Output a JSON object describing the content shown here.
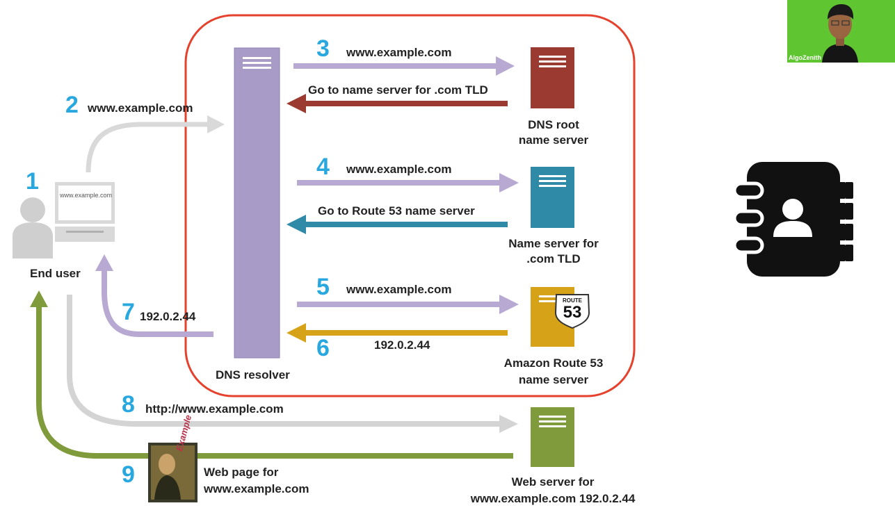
{
  "diagram": {
    "steps": {
      "s1": "1",
      "s2": "2",
      "s3": "3",
      "s4": "4",
      "s5": "5",
      "s6": "6",
      "s7": "7",
      "s8": "8",
      "s9": "9"
    },
    "end_user": {
      "label": "End user",
      "screen_text": "www.example.com"
    },
    "request_2": "www.example.com",
    "resolver_label": "DNS resolver",
    "root": {
      "query": "www.example.com",
      "response": "Go to name server for .com TLD",
      "label_line1": "DNS root",
      "label_line2": "name server"
    },
    "tld": {
      "query": "www.example.com",
      "response": "Go to Route 53 name server",
      "label_line1": "Name server for",
      "label_line2": ".com TLD"
    },
    "route53": {
      "query": "www.example.com",
      "response": "192.0.2.44",
      "badge_top": "ROUTE",
      "badge_num": "53",
      "label_line1": "Amazon Route 53",
      "label_line2": "name server"
    },
    "answer_7": "192.0.2.44",
    "http_8": "http://www.example.com",
    "webpage": {
      "line1": "Web page for",
      "line2": "www.example.com",
      "thumb_text": "Example"
    },
    "webserver": {
      "line1": "Web server for",
      "line2": "www.example.com 192.0.2.44"
    },
    "webcam_label": "AlgoZenith",
    "colors": {
      "highlight": "#e5412d",
      "resolver": "#a99bc8",
      "root": "#9a3a30",
      "tld": "#2e8aa6",
      "route53": "#d6a318",
      "webserver": "#7f9b3c",
      "step_number": "#29a8e0"
    }
  }
}
